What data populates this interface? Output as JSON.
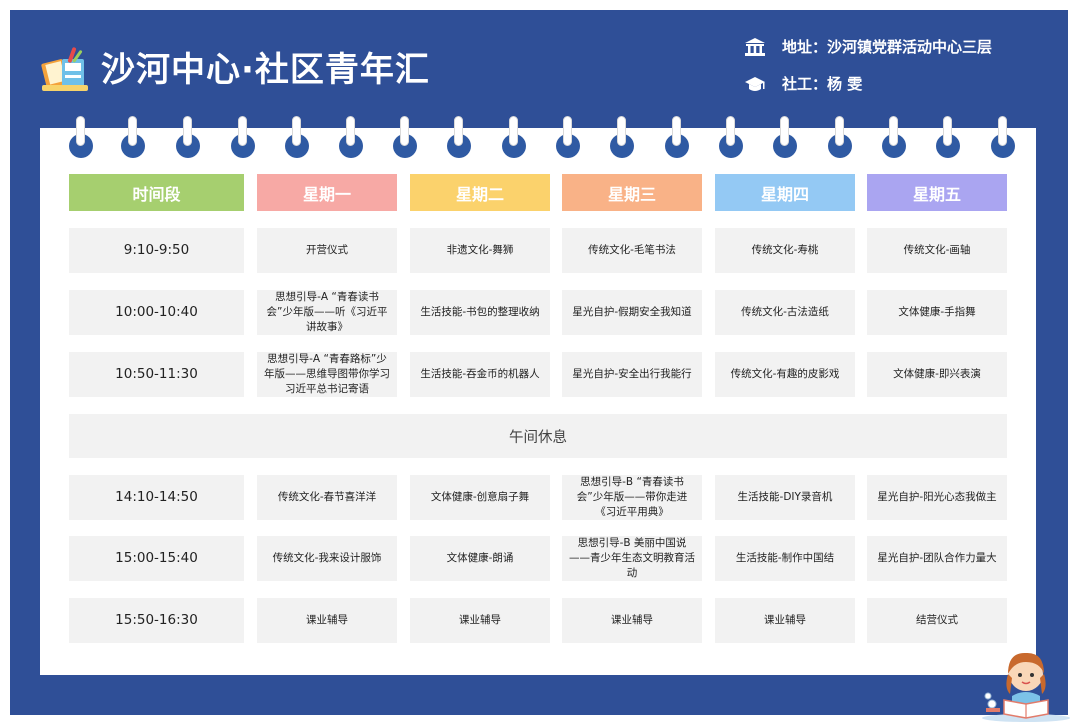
{
  "header": {
    "title": "沙河中心·社区青年汇",
    "address": "地址：沙河镇党群活动中心三层",
    "worker": "社工：杨 雯"
  },
  "table": {
    "headers": [
      {
        "label": "时间段",
        "color": "#a6cf6f"
      },
      {
        "label": "星期一",
        "color": "#f7a9a5"
      },
      {
        "label": "星期二",
        "color": "#fbd26c"
      },
      {
        "label": "星期三",
        "color": "#f9b287"
      },
      {
        "label": "星期四",
        "color": "#94c9f4"
      },
      {
        "label": "星期五",
        "color": "#aaa5f1"
      }
    ],
    "morning": [
      {
        "time": "9:10-9:50",
        "cells": [
          "开营仪式",
          "非遗文化-舞狮",
          "传统文化-毛笔书法",
          "传统文化-寿桃",
          "传统文化-画轴"
        ]
      },
      {
        "time": "10:00-10:40",
        "cells": [
          "思想引导-A “青春读书会”少年版——听《习近平讲故事》",
          "生活技能-书包的整理收纳",
          "星光自护-假期安全我知道",
          "传统文化-古法造纸",
          "文体健康-手指舞"
        ]
      },
      {
        "time": "10:50-11:30",
        "cells": [
          "思想引导-A “青春路标”少年版——思维导图带你学习习近平总书记寄语",
          "生活技能-吞金币的机器人",
          "星光自护-安全出行我能行",
          "传统文化-有趣的皮影戏",
          "文体健康-即兴表演"
        ]
      }
    ],
    "break_label": "午间休息",
    "afternoon": [
      {
        "time": "14:10-14:50",
        "cells": [
          "传统文化-春节喜洋洋",
          "文体健康-创意扇子舞",
          "思想引导-B “青春读书会”少年版——带你走进《习近平用典》",
          "生活技能-DIY录音机",
          "星光自护-阳光心态我做主"
        ]
      },
      {
        "time": "15:00-15:40",
        "cells": [
          "传统文化-我来设计服饰",
          "文体健康-朗诵",
          "思想引导-B 美丽中国说——青少年生态文明教育活动",
          "生活技能-制作中国结",
          "星光自护-团队合作力量大"
        ]
      },
      {
        "time": "15:50-16:30",
        "cells": [
          "课业辅导",
          "课业辅导",
          "课业辅导",
          "课业辅导",
          "结营仪式"
        ]
      }
    ]
  },
  "colors": {
    "frame": "#2f4f97",
    "cell": "#f2f2f2",
    "ring": "#2f5aa3"
  },
  "icons": [
    "books-icon",
    "building-icon",
    "graduation-cap-icon",
    "reading-child-icon"
  ]
}
